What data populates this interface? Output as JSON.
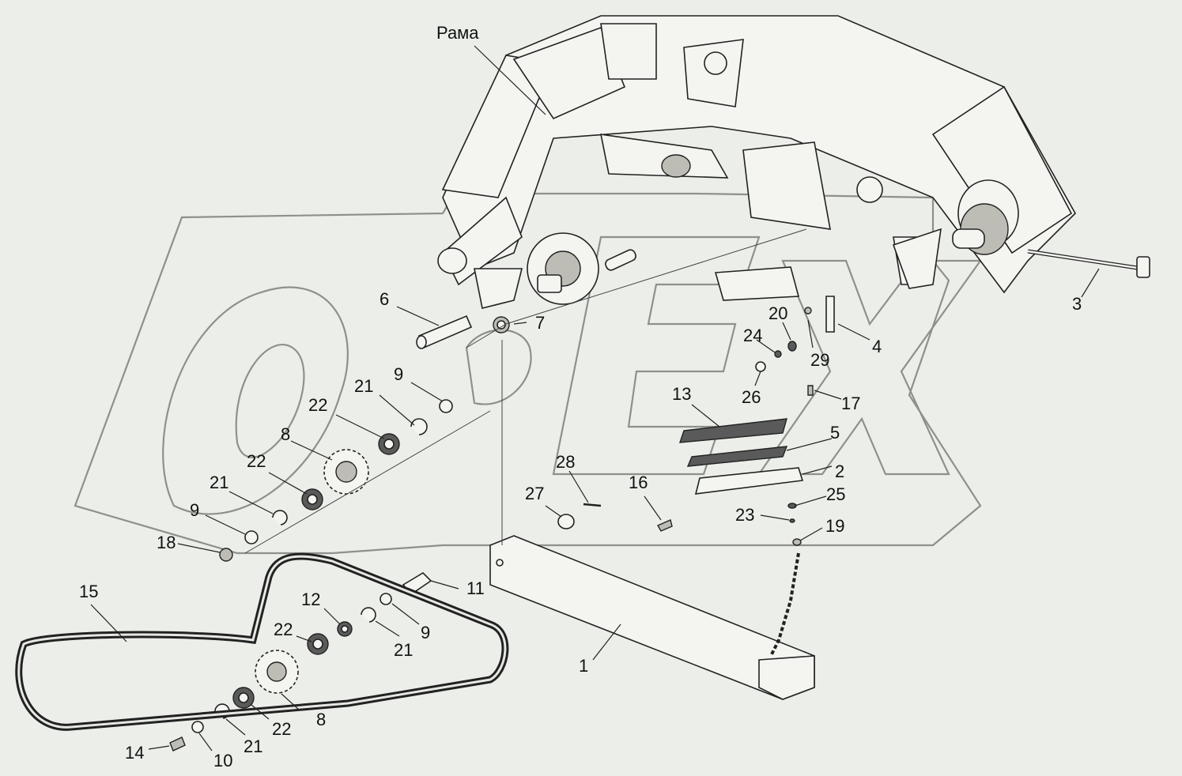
{
  "labels": [
    {
      "id": "rama",
      "text": "Рама"
    },
    {
      "id": "p1",
      "text": "1"
    },
    {
      "id": "p2",
      "text": "2"
    },
    {
      "id": "p3",
      "text": "3"
    },
    {
      "id": "p4",
      "text": "4"
    },
    {
      "id": "p5",
      "text": "5"
    },
    {
      "id": "p6",
      "text": "6"
    },
    {
      "id": "p7",
      "text": "7"
    },
    {
      "id": "p8a",
      "text": "8"
    },
    {
      "id": "p8b",
      "text": "8"
    },
    {
      "id": "p9a",
      "text": "9"
    },
    {
      "id": "p9b",
      "text": "9"
    },
    {
      "id": "p9c",
      "text": "9"
    },
    {
      "id": "p10",
      "text": "10"
    },
    {
      "id": "p11",
      "text": "11"
    },
    {
      "id": "p12",
      "text": "12"
    },
    {
      "id": "p13",
      "text": "13"
    },
    {
      "id": "p14",
      "text": "14"
    },
    {
      "id": "p15",
      "text": "15"
    },
    {
      "id": "p16",
      "text": "16"
    },
    {
      "id": "p17",
      "text": "17"
    },
    {
      "id": "p18",
      "text": "18"
    },
    {
      "id": "p19",
      "text": "19"
    },
    {
      "id": "p20",
      "text": "20"
    },
    {
      "id": "p21a",
      "text": "21"
    },
    {
      "id": "p21b",
      "text": "21"
    },
    {
      "id": "p21c",
      "text": "21"
    },
    {
      "id": "p21d",
      "text": "21"
    },
    {
      "id": "p22a",
      "text": "22"
    },
    {
      "id": "p22b",
      "text": "22"
    },
    {
      "id": "p22c",
      "text": "22"
    },
    {
      "id": "p22d",
      "text": "22"
    },
    {
      "id": "p23",
      "text": "23"
    },
    {
      "id": "p24",
      "text": "24"
    },
    {
      "id": "p25",
      "text": "25"
    },
    {
      "id": "p26",
      "text": "26"
    },
    {
      "id": "p27",
      "text": "27"
    },
    {
      "id": "p28",
      "text": "28"
    },
    {
      "id": "p29",
      "text": "29"
    }
  ],
  "watermark": {
    "text": "OPEX",
    "logo": "opex-watermark-logo"
  }
}
